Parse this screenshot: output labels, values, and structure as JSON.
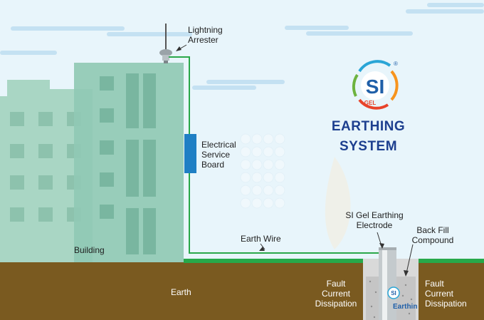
{
  "diagram": {
    "title_line1": "EARTHING",
    "title_line2": "SYSTEM",
    "logo": {
      "brand": "SI",
      "sub": "GEL",
      "reg": "®",
      "colors": [
        "#1f5fa8",
        "#2aa5d6",
        "#6db33f",
        "#f7941d",
        "#e8432a"
      ]
    },
    "labels": {
      "lightning_arrester_1": "Lightning",
      "lightning_arrester_2": "Arrester",
      "service_board_1": "Electrical",
      "service_board_2": "Service",
      "service_board_3": "Board",
      "electrode_1": "SI Gel Earthing",
      "electrode_2": "Electrode",
      "backfill_1": "Back Fill",
      "backfill_2": "Compound",
      "earth_wire": "Earth Wire",
      "building": "Building",
      "earth": "Earth",
      "fault_left_1": "Fault",
      "fault_left_2": "Current",
      "fault_left_3": "Dissipation",
      "fault_right_1": "Fault",
      "fault_right_2": "Current",
      "fault_right_3": "Dissipation"
    },
    "electrode_text": "Earthin",
    "colors": {
      "sky": "#e6f4fb",
      "cloud": "#c6e2f3",
      "building_back": "#a7d4c2",
      "building_front": "#8fc8b3",
      "window": "#7ab6a1",
      "wire": "#2aa84a",
      "board": "#1f7fc4",
      "earth": "#7a5a20",
      "grass": "#27a84a",
      "pit": "#d6d6d6"
    }
  }
}
